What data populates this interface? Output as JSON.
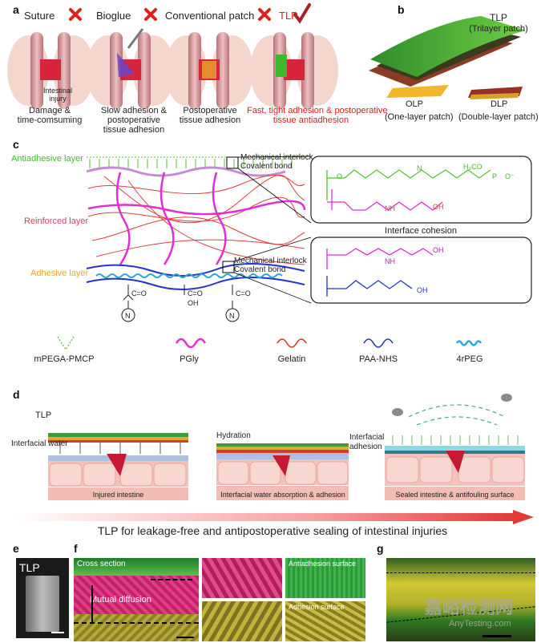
{
  "panel_a": {
    "letter": "a",
    "options": [
      {
        "title": "Suture",
        "status": "fail",
        "caption": "Damage & time-comsuming",
        "inner_label": "Intestinal injury"
      },
      {
        "title": "Bioglue",
        "status": "fail",
        "caption": "Slow adhesion & postoperative tissue adhesion"
      },
      {
        "title": "Conventional patch",
        "status": "fail",
        "caption": "Postoperative tissue adhesion"
      },
      {
        "title": "TLP",
        "status": "pass",
        "caption": "Fast, tight adhesion & postoperative tissue antiadhesion"
      }
    ],
    "caption_lines": {
      "suture_1": "Damage &",
      "suture_2": "time-comsuming",
      "inner_1": "Intestinal",
      "inner_2": "injury",
      "bioglue_1": "Slow adhesion &",
      "bioglue_2": "postoperative",
      "bioglue_3": "tissue adhesion",
      "patch_1": "Postoperative",
      "patch_2": "tissue adhesion",
      "tlp_1": "Fast, tight adhesion & postoperative",
      "tlp_2": "tissue antiadhesion"
    }
  },
  "panel_b": {
    "letter": "b",
    "tlp": "TLP",
    "tlp_sub": "(Trilayer patch)",
    "olp": "OLP",
    "olp_sub": "(One-layer patch)",
    "dlp": "DLP",
    "dlp_sub": "(Double-layer patch)"
  },
  "panel_c": {
    "letter": "c",
    "layers": {
      "antiadhesive": "Antiadhesive layer",
      "reinforced": "Reinforced layer",
      "adhesive": "Adhesive layer"
    },
    "interlock_1": "Mechanical interlock",
    "covalent_1": "Covalent bond",
    "interlock_2": "Mechanical interlock",
    "covalent_2": "Covalent bond",
    "interface": "Interface cohesion",
    "chem": {
      "o": "O",
      "nh": "NH",
      "oh": "OH",
      "n_plus": "N",
      "o_minus": "O⁻",
      "p": "P",
      "h3co": "H₃CO",
      "eq": "=",
      "cO": "C=O",
      "oh2": "OH",
      "n": "N",
      "o2": "O"
    },
    "legend": [
      {
        "name": "mPEGA-PMCP",
        "color": "#58c238"
      },
      {
        "name": "PGly",
        "color": "#e22fd4"
      },
      {
        "name": "Gelatin",
        "color": "#d9342b"
      },
      {
        "name": "PAA-NHS",
        "color": "#2433c8"
      },
      {
        "name": "4rPEG",
        "color": "#29a9e0"
      }
    ]
  },
  "panel_d": {
    "letter": "d",
    "tlp": "TLP",
    "interfacial_water": "Interfacial water",
    "hydration": "Hydration",
    "interfacial_adhesion_1": "Interfacial",
    "interfacial_adhesion_2": "adhesion",
    "step1": "Injured intestine",
    "step2": "Interfacial water absorption & adhesion",
    "step3": "Sealed intestine & antifouling surface",
    "banner": "TLP for leakage-free and antipostoperative sealing of intestinal injuries"
  },
  "panel_e": {
    "letter": "e",
    "label": "TLP"
  },
  "panel_f": {
    "letter": "f",
    "cross_section": "Cross section",
    "mutual_diffusion": "Mutual diffusion",
    "antiadhesion_surface": "Antiadhesion surface",
    "adhesion_surface": "Adhesion surface"
  },
  "panel_g": {
    "letter": "g"
  },
  "watermark": {
    "cn": "嘉峪检测网",
    "en": "AnyTesting.com"
  },
  "colors": {
    "red": "#e0201b",
    "green": "#58c238",
    "pink": "#e22fd4",
    "gel": "#d9342b",
    "blue": "#2433c8",
    "cyan": "#29a9e0",
    "orange": "#eea532"
  }
}
